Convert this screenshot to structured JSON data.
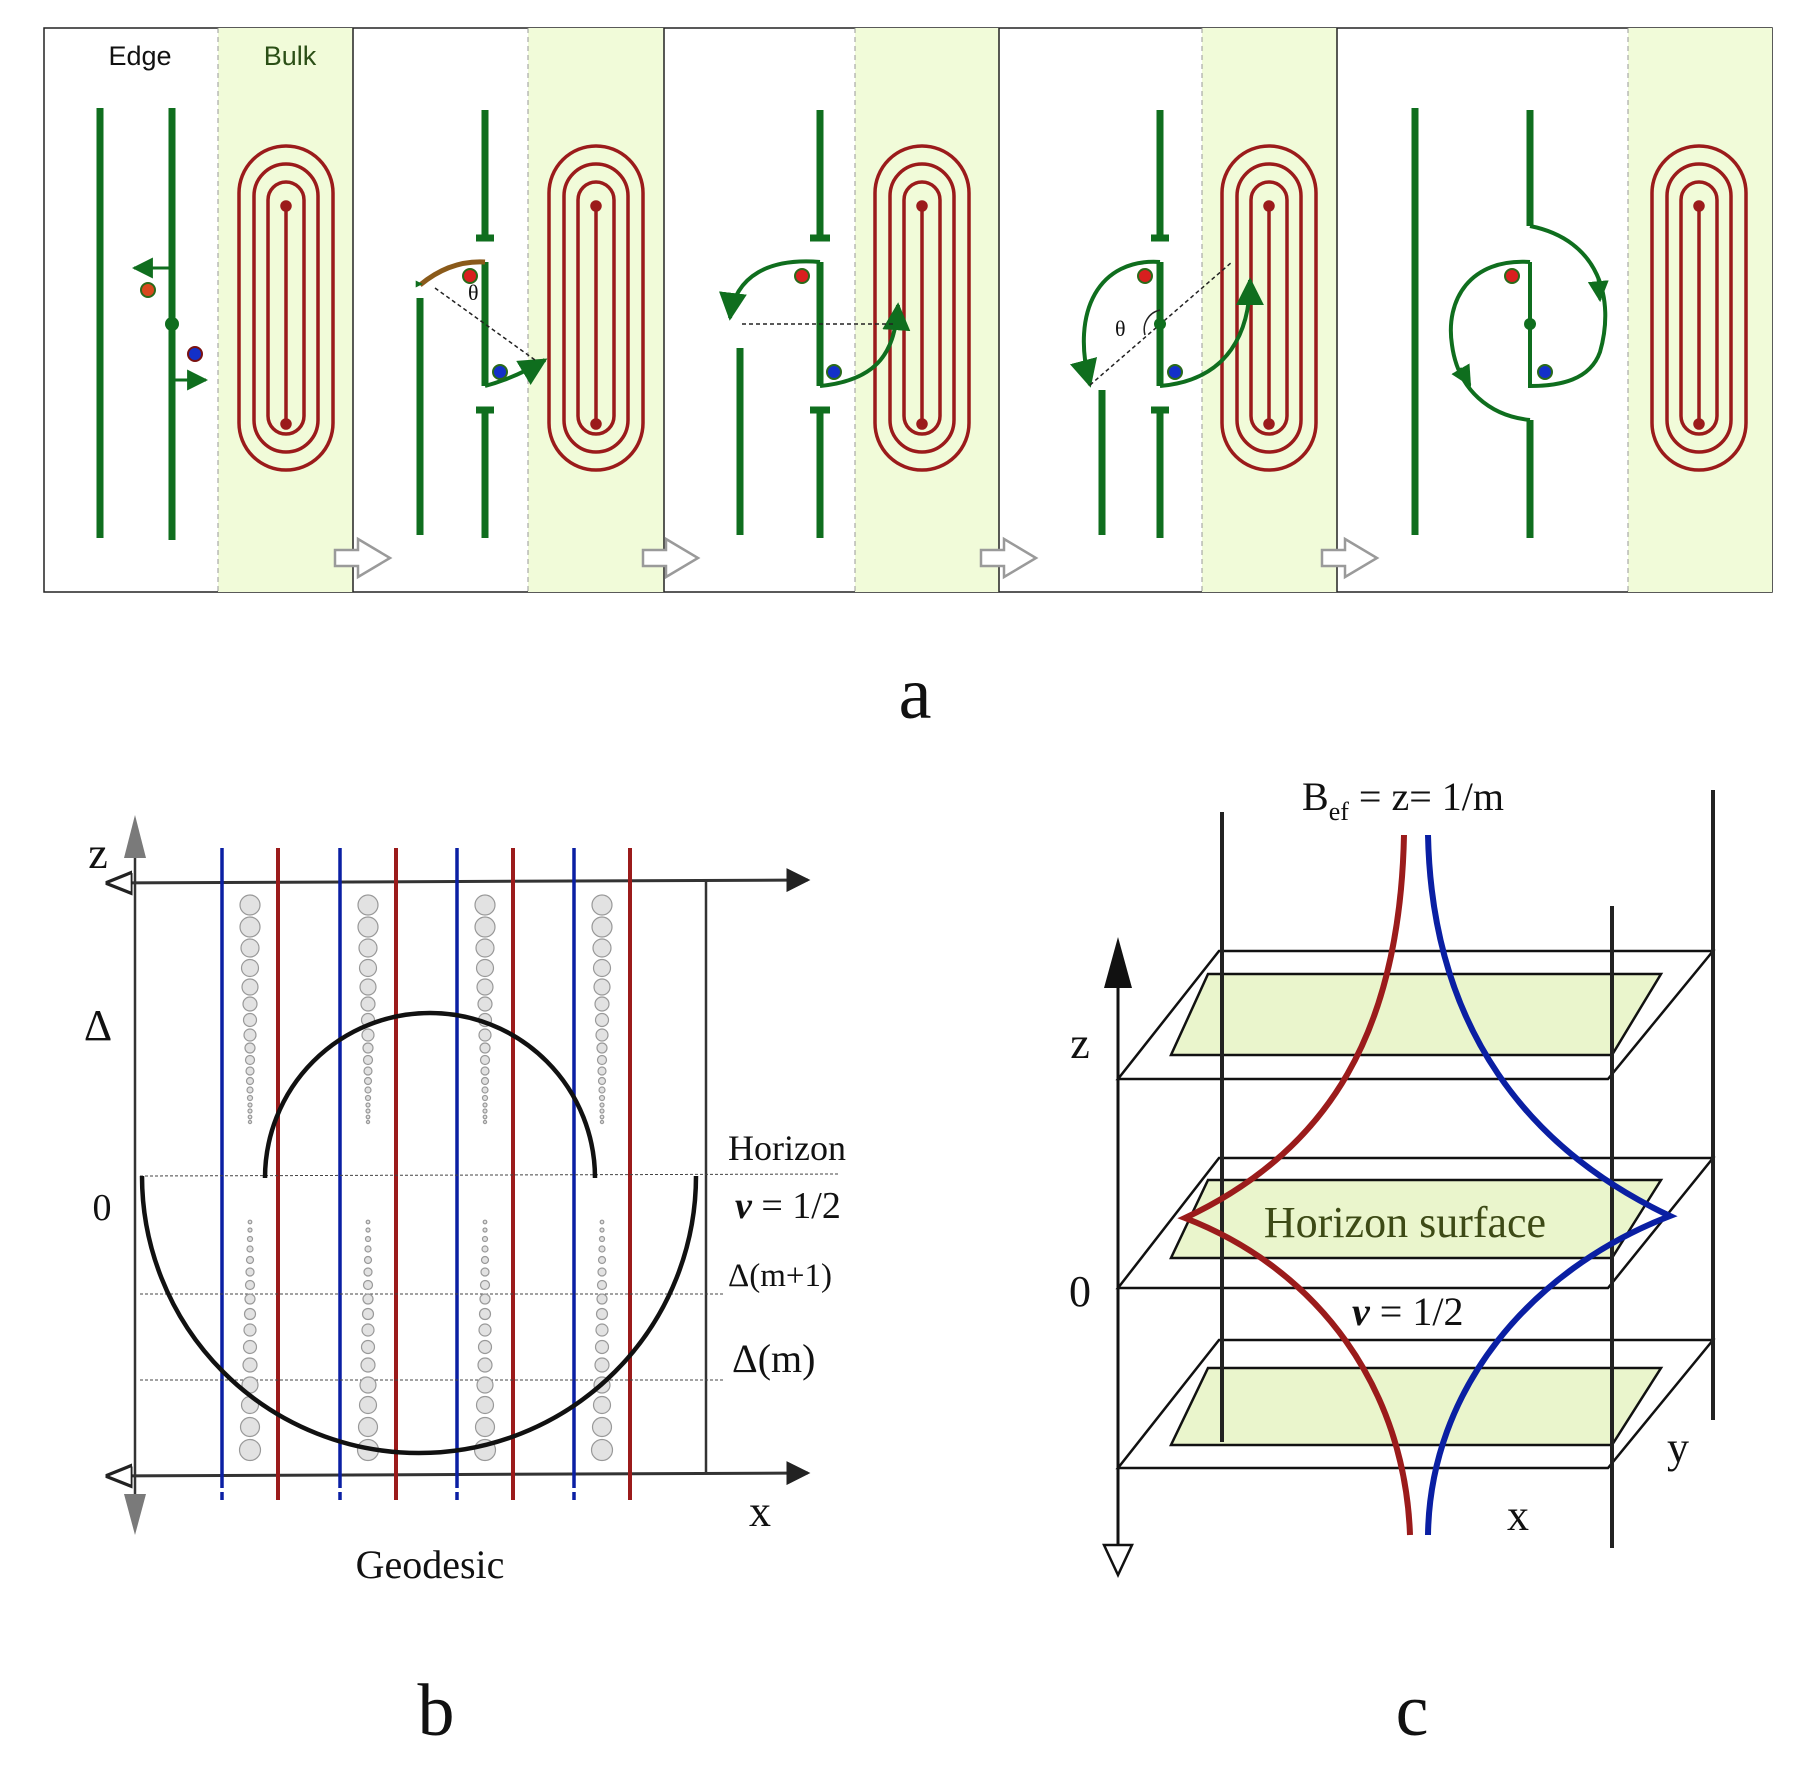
{
  "panel_a": {
    "label": "a",
    "edge_label": "Edge",
    "bulk_label": "Bulk",
    "theta": "θ"
  },
  "panel_b": {
    "label": "b",
    "z": "z",
    "delta": "Δ",
    "zero": "0",
    "horizon": "Horizon",
    "nu_var": "ν",
    "nu_val": " = 1/2",
    "delta_m1": "Δ(m+1)",
    "delta_m": "Δ(m)",
    "x": "x",
    "geodesic": "Geodesic"
  },
  "panel_c": {
    "label": "c",
    "b_main": "B",
    "b_sub": "ef",
    "b_rest": " = z= 1/m",
    "z": "z",
    "zero": "0",
    "horizon_surface": "Horizon surface",
    "nu_var": "ν",
    "nu_val": " = 1/2",
    "x": "x",
    "y": "y"
  },
  "colors": {
    "edge_green": "#0f6e1e",
    "bulk_red": "#9b1b1b",
    "blue": "#0a1fa3",
    "bulk_fill": "#f1fbd9",
    "plate_fill": "#eaf5cc"
  }
}
